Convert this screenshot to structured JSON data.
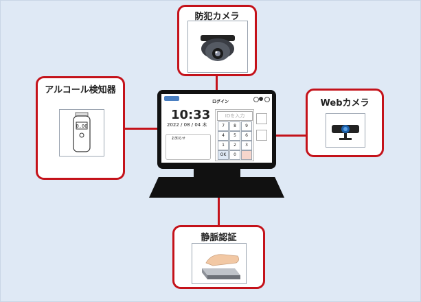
{
  "devices": {
    "security_camera": {
      "label": "防犯カメラ"
    },
    "alcohol_detector": {
      "label": "アルコール検知器",
      "display": "0.00"
    },
    "web_camera": {
      "label": "Webカメラ"
    },
    "vein_auth": {
      "label": "静脈認証"
    }
  },
  "screen": {
    "time": "10:33",
    "date": "2022 / 08 / 04 木",
    "login_title": "ログイン",
    "id_placeholder": "IDを入力",
    "keypad": [
      "7",
      "8",
      "9",
      "4",
      "5",
      "6",
      "1",
      "2",
      "3",
      "0"
    ],
    "ok_label": "OK",
    "notice_title": "お知らせ"
  },
  "colors": {
    "accent": "#c4121a",
    "background": "#dfe9f5"
  }
}
